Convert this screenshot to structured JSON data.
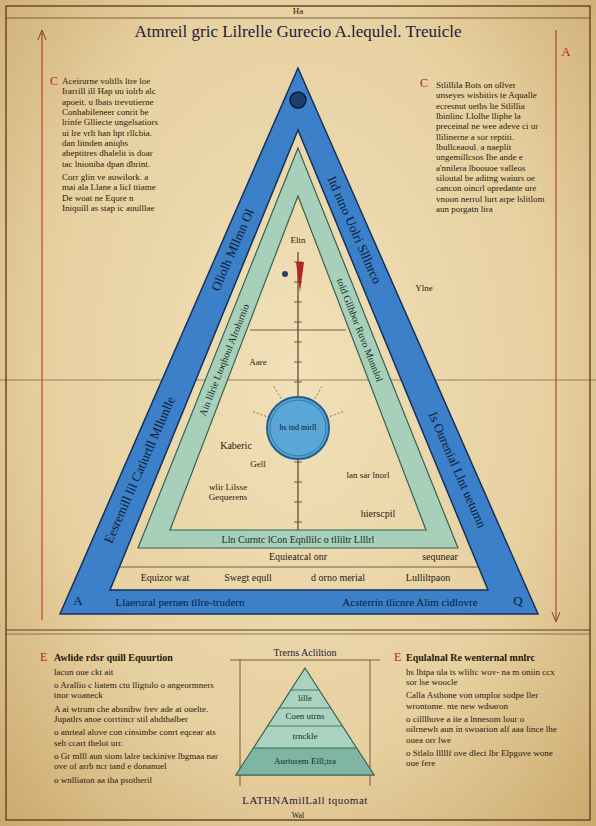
{
  "diagram": {
    "title": "Atmreil gric Lilrelle Gurecio A.lequlel. Treuicle",
    "caption": "LATHNAmilLall tquomat",
    "nodes": [
      {
        "text": [
          "Oliolh Mllmn Ol",
          "Eesremill lil Catiurtll Mllunlle",
          "Itd ntno Uolri Slllnrco",
          "Is Ourenial Llnt uetumn",
          "Llaerural pernen tllre-trudern",
          "Acsterrin tlicnre Alim cidlovre"
        ]
      },
      {
        "text": [
          "Ain lilrie Ltoqhoul Alrolurnio",
          "told Gllhbor Ruvo Munnlol",
          "Lln Curntc lCon Eqnllilc o tlliltr Llllrl"
        ],
        "in": 0
      },
      {
        "text": [
          "hs tnd tnirll"
        ],
        "in": 1
      },
      {
        "text": [
          "Trerns Acliltion",
          "lille",
          "Coen utrns",
          "trnckle",
          "Aurturem Elll;tra"
        ]
      }
    ],
    "labels": [
      "Ha",
      "C",
      "Aceirurne voltlls ltre loe Irarrill ill Hap uu iolrb alc apoeit. u lbats trevutierne Conhabileneer conrit be lrinfe Glliecte ungelsatiors ui lre vrlt han hpt rllcbia. dan litnden aniqhs abeptitres dhalelit is doar tac lnioniba dpan dhrint.",
      "Corr glin ve auwilork. a mai ala Llane a licl ttiame De woat ne Eqore n Iniquill as stap ic auulllae",
      "C",
      "Stlillila Bots on ollver unseyes wisbitirs te Aqualle ecresnut uetbs lte Stlillia lbinlinc Llolhe lliphe la preceinal ne wee adeve ci ur llilinerne a sor reptiti. lbullceaoul. a naeplit ungemillcsos Ihe ande e a'nnilera lboouoe valleos siloutal be aditng waiurs oe cancon oincrl opredante ure vnoon nerrol lurt arpe lslitlom aun porgatn lira",
      "A",
      "Eltn",
      "Ylne",
      "Aare",
      "Kaberic",
      "Gell",
      "wlir Lilsse Gequerens",
      "lan sar lnorl",
      "hierscpil",
      "Equieatcal onr",
      "sequnear",
      "Equizor wat",
      "Swegt equll",
      "d orno merial",
      "Lulliltpaon",
      "A",
      "Q",
      "E",
      "Awlide rdsr quill Equurtion",
      "lacun oue ckt ait",
      "o Arallio c liatem ctu lligtulo o angeormners tnor woaneck",
      "A ai wtrum che absnibw frev ade at ouelte. Jupatlrs anoe corrtincr stil ahdtbalber",
      "o anrteal alove con cinsimbe conrt eqcear ats seh ccart thelot urr.",
      "o Gr mlll aun siom lalre tackinive lbgmaa nar ove of arrb ncr tand e donanuel",
      "o wnlliaton aa tha psotheril",
      "E",
      "Equlalnal Re wenternal mnlrc",
      "hs lhtpa ula ts wliltc wov- na m oniin ccx sor lse woocle",
      "Calla Asthone von omplor sodpe ller wrontome. nte new wdsaron",
      "o cilllhove a ite a lnnesom lour o oilrnewh aun in swoarion alf aaa lince lhe ouea orr lwe",
      "o Stlalo lllllf ove dlect lbr Elpgove wone oue fere",
      "Wal"
    ]
  }
}
